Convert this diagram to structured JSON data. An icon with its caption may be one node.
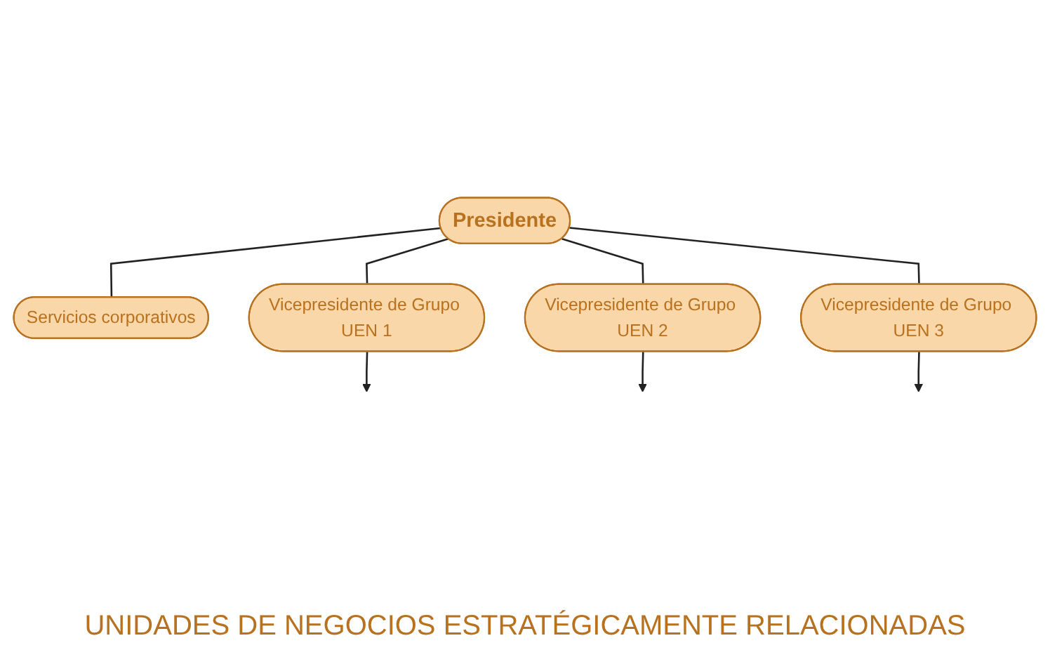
{
  "diagram": {
    "nodes": [
      {
        "text": [
          "Presidente"
        ]
      },
      {
        "text": [
          "Servicios corporativos"
        ]
      },
      {
        "text": [
          "Vicepresidente de Grupo UEN 1"
        ]
      },
      {
        "text": [
          "Vicepresidente de Grupo UEN 2"
        ]
      },
      {
        "text": [
          "Vicepresidente de Grupo UEN 3"
        ]
      }
    ],
    "edges": [
      {
        "from": 0,
        "to": 1,
        "arrow": "none"
      },
      {
        "from": 0,
        "to": 2,
        "arrow": "none"
      },
      {
        "from": 0,
        "to": 3,
        "arrow": "none"
      },
      {
        "from": 0,
        "to": 4,
        "arrow": "none"
      },
      {
        "from": 2,
        "to": null,
        "arrow": "to"
      },
      {
        "from": 3,
        "to": null,
        "arrow": "to"
      },
      {
        "from": 4,
        "to": null,
        "arrow": "to"
      }
    ],
    "labels": [
      "UNIDADES DE NEGOCIOS ESTRATÉGICAMENTE RELACIONADAS"
    ]
  }
}
